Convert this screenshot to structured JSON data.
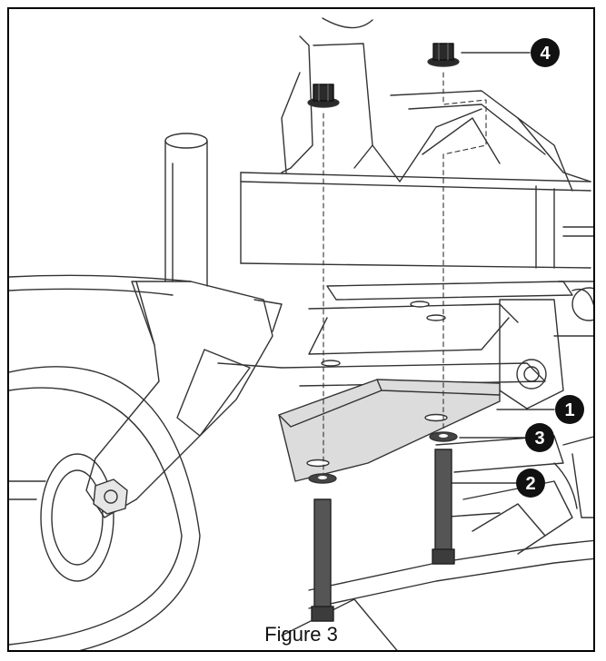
{
  "figure": {
    "caption": "Figure 3",
    "callouts": [
      {
        "label": "1"
      },
      {
        "label": "2"
      },
      {
        "label": "3"
      },
      {
        "label": "4"
      }
    ]
  },
  "colors": {
    "line": "#333333",
    "plate_fill": "#dcdcdc",
    "bolt_fill": "#555555",
    "nut_fill": "#2a2a2a",
    "callout_fill": "#111111"
  }
}
